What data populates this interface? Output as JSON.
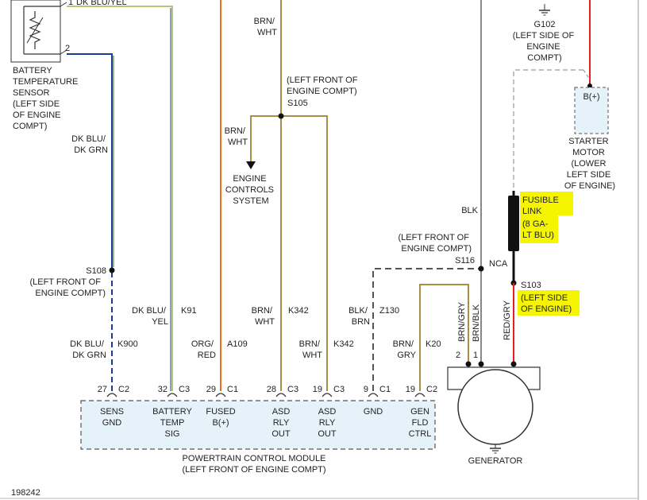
{
  "colors": {
    "dk_blu": "#1a3e8f",
    "dk_grn_edge": "#3d6b2b",
    "dk_blu_yel": "#b9c47a",
    "org_red": "#ee6a1b",
    "brn_wht": "#a88f47",
    "blk_brn": "#555555",
    "blk": "#888888",
    "red": "#e02020",
    "highlight": "#f5f500",
    "module_fill": "#e6f2fa"
  },
  "battery_sensor": {
    "pin1_label": "1",
    "pin1_wire": "DK BLU/YEL",
    "pin2_label": "2",
    "title": [
      "BATTERY",
      "TEMPERATURE",
      "SENSOR",
      "(LEFT SIDE",
      "OF ENGINE",
      "COMPT)"
    ]
  },
  "wires": {
    "dk_blu_dk_grn_top": [
      "DK BLU/",
      "DK GRN"
    ],
    "brn_wht_top": [
      "BRN/",
      "WHT"
    ],
    "brn_wht_branch": [
      "BRN/",
      "WHT"
    ],
    "dk_blu_yel": [
      "DK BLU/",
      "YEL"
    ],
    "k91": "K91",
    "brn_wht_k342a": [
      "BRN/",
      "WHT"
    ],
    "k342a": "K342",
    "blk_brn": [
      "BLK/",
      "BRN"
    ],
    "z130": "Z130",
    "dk_blu_dk_grn_low": [
      "DK BLU/",
      "DK GRN"
    ],
    "k900": "K900",
    "org_red": [
      "ORG/",
      "RED"
    ],
    "a109": "A109",
    "brn_wht_k342b": [
      "BRN/",
      "WHT"
    ],
    "k342b": "K342",
    "brn_gry": [
      "BRN/",
      "GRY"
    ],
    "k20": "K20",
    "blk": "BLK",
    "nca": "NCA",
    "brn_gry_vert": "BRN/GRY",
    "brn_blk_vert": "BRN/BLK",
    "red_gry_vert": "RED/GRY"
  },
  "splices": {
    "s105_loc": [
      "(LEFT FRONT OF",
      "ENGINE COMPT)"
    ],
    "s105": "S105",
    "s108": "S108",
    "s108_loc": [
      "(LEFT FRONT OF",
      "ENGINE COMPT)"
    ],
    "s116_loc": [
      "(LEFT FRONT OF",
      "ENGINE COMPT)"
    ],
    "s116": "S116",
    "s103": "S103",
    "s103_loc": [
      "(LEFT SIDE",
      "OF ENGINE)"
    ]
  },
  "engine_controls": [
    "ENGINE",
    "CONTROLS",
    "SYSTEM"
  ],
  "ground": {
    "g102": "G102",
    "g102_loc": [
      "(LEFT SIDE OF",
      "ENGINE",
      "COMPT)"
    ]
  },
  "starter": {
    "terminal": "B(+)",
    "label": [
      "STARTER",
      "MOTOR",
      "(LOWER",
      "LEFT SIDE",
      "OF ENGINE)"
    ]
  },
  "fusible_link": [
    "FUSIBLE",
    "LINK",
    "(8 GA-",
    "LT BLU)"
  ],
  "pcm": {
    "pins": [
      {
        "num": "27",
        "conn": "C2",
        "label": [
          "SENS",
          "GND"
        ]
      },
      {
        "num": "32",
        "conn": "C3",
        "label": [
          "BATTERY",
          "TEMP",
          "SIG"
        ]
      },
      {
        "num": "29",
        "conn": "C1",
        "label": [
          "FUSED",
          "B(+)"
        ]
      },
      {
        "num": "28",
        "conn": "C3",
        "label": [
          "ASD",
          "RLY",
          "OUT"
        ]
      },
      {
        "num": "19",
        "conn": "C3",
        "label": [
          "ASD",
          "RLY",
          "OUT"
        ]
      },
      {
        "num": "9",
        "conn": "C1",
        "label": [
          "GND"
        ]
      },
      {
        "num": "19",
        "conn": "C2",
        "label": [
          "GEN",
          "FLD",
          "CTRL"
        ]
      }
    ],
    "title": "POWERTRAIN CONTROL MODULE",
    "location": "(LEFT FRONT OF ENGINE COMPT)"
  },
  "generator": {
    "pin2": "2",
    "pin1": "1",
    "label": "GENERATOR"
  },
  "figure_id": "198242"
}
